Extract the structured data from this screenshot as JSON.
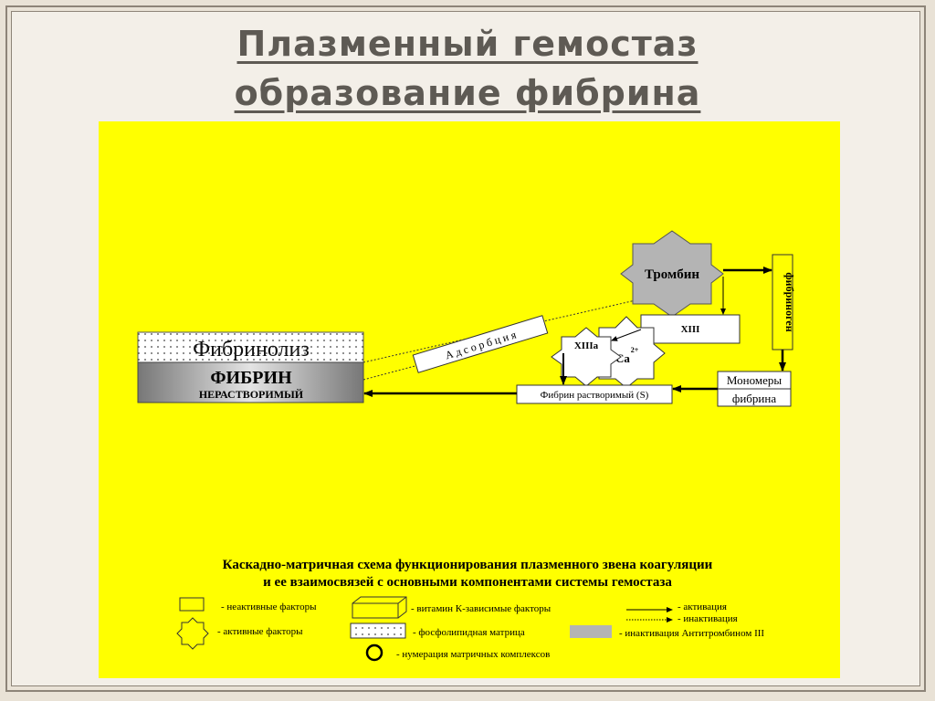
{
  "slide": {
    "title_line1": "Плазменный гемостаз",
    "title_line2": "образование фибрина"
  },
  "diagram": {
    "fibrinolysis": "Фибринолиз",
    "fibrin": "ФИБРИН",
    "insoluble": "НЕРАСТВОРИМЫЙ",
    "adsorption": "А д с о р б ц и я",
    "thrombin": "Тромбин",
    "fibrinogen": "фибриноген",
    "xiii": "XIII",
    "xiiia": "XIIIa",
    "ca": "Ca",
    "ca_sup": "2+",
    "monomers_line1": "Мономеры",
    "monomers_line2": "фибрина",
    "soluble_fibrin": "Фибрин растворимый (S)"
  },
  "legend": {
    "caption_line1": "Каскадно-матричная схема функционирования плазменного звена коагуляции",
    "caption_line2": "и ее взаимосвязей с основными компонентами системы гемостаза",
    "inactive": "-  неактивные факторы",
    "active": "-  активные факторы",
    "vitk": "-  витамин К-зависимые факторы",
    "phospholipid": "-  фосфолипидная матрица",
    "activation": "- активация",
    "inactivation": "- инактивация",
    "antithrombin": "- инактивация Антитромбином III",
    "numbering": "- нумерация матричных комплексов"
  }
}
